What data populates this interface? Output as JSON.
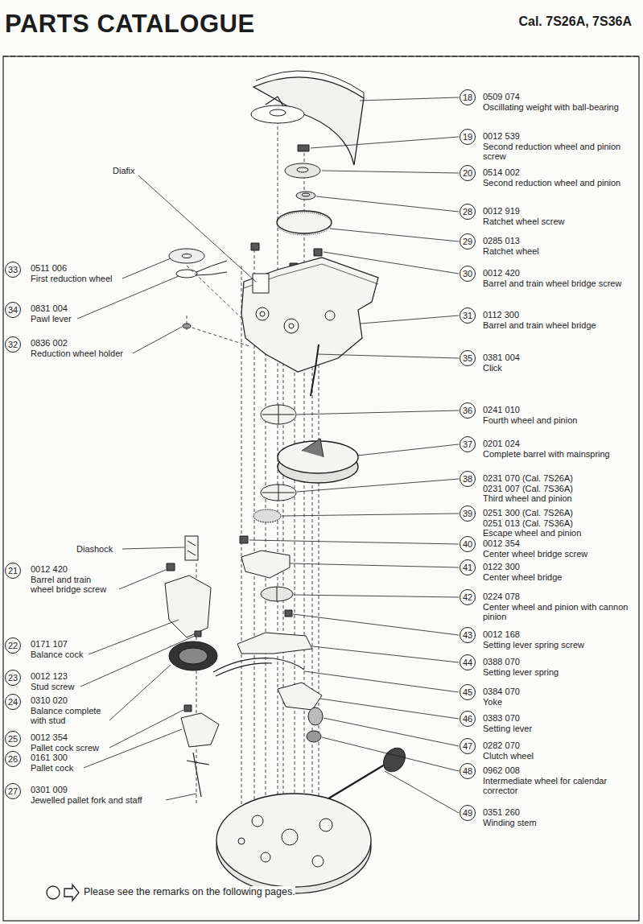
{
  "diagram": {
    "title": "PARTS CATALOGUE",
    "nodes": [
      {
        "text": [
          "18"
        ]
      },
      {
        "text": [
          "19"
        ]
      },
      {
        "text": [
          "20"
        ]
      },
      {
        "text": [
          "28"
        ]
      },
      {
        "text": [
          "29"
        ]
      },
      {
        "text": [
          "33"
        ]
      },
      {
        "text": [
          "30"
        ]
      },
      {
        "text": [
          "34"
        ]
      },
      {
        "text": [
          "31"
        ]
      },
      {
        "text": [
          "32"
        ]
      },
      {
        "text": [
          "35"
        ]
      },
      {
        "text": [
          "36"
        ]
      },
      {
        "text": [
          "37"
        ]
      },
      {
        "text": [
          "38"
        ]
      },
      {
        "text": [
          "39"
        ]
      },
      {
        "text": [
          "40"
        ]
      },
      {
        "text": [
          "21"
        ]
      },
      {
        "text": [
          "41"
        ]
      },
      {
        "text": [
          "42"
        ]
      },
      {
        "text": [
          "22"
        ]
      },
      {
        "text": [
          "43"
        ]
      },
      {
        "text": [
          "23"
        ]
      },
      {
        "text": [
          "44"
        ]
      },
      {
        "text": [
          "24"
        ]
      },
      {
        "text": [
          "45"
        ]
      },
      {
        "text": [
          "25"
        ]
      },
      {
        "text": [
          "46"
        ]
      },
      {
        "text": [
          "26"
        ]
      },
      {
        "text": [
          "47"
        ]
      },
      {
        "text": [
          "27"
        ]
      },
      {
        "text": [
          "48"
        ]
      },
      {
        "text": [
          "49"
        ]
      }
    ],
    "labels": [
      "Cal. 7S26A, 7S36A",
      "0509 074",
      "Oscillating weight with ball-bearing",
      "0012 539",
      "Second reduction wheel and pinion screw",
      "0514 002",
      "Second reduction wheel and pinion",
      "0012 919",
      "Ratchet wheel screw",
      "0285 013",
      "Ratchet wheel",
      "0511 006",
      "First reduction wheel",
      "0012 420",
      "Barrel and train wheel bridge screw",
      "0831 004",
      "Pawl lever",
      "0112 300",
      "Barrel and train wheel bridge",
      "0836 002",
      "Reduction wheel holder",
      "0381 004",
      "Click",
      "0241 010",
      "Fourth wheel and pinion",
      "0201 024",
      "Complete barrel with mainspring",
      "0231 070 (Cal. 7S26A)",
      "0231 007 (Cal. 7S36A)",
      "Third wheel and pinion",
      "0251 300 (Cal. 7S26A)",
      "0251 013 (Cal. 7S36A)",
      "Escape wheel and pinion",
      "0012 354",
      "Center wheel bridge screw",
      "0012 420",
      "Barrel and train wheel bridge screw",
      "0122 300",
      "Center wheel bridge",
      "0224 078",
      "Center wheel and pinion with cannon pinion",
      "0171 107",
      "Balance cock",
      "0012 168",
      "Setting lever spring screw",
      "0012 123",
      "Stud screw",
      "0388 070",
      "Setting lever spring",
      "0310 020",
      "Balance complete with stud",
      "0384 070",
      "Yoke",
      "0012 354",
      "Pallet cock screw",
      "0383 070",
      "Setting lever",
      "0161 300",
      "Pallet cock",
      "0282 070",
      "Clutch wheel",
      "0301 009",
      "Jewelled pallet fork and staff",
      "0962 008",
      "Intermediate wheel for calendar corrector",
      "0351 260",
      "Winding stem",
      "Diafix",
      "Diashock",
      "Please see the remarks on the following pages."
    ]
  }
}
